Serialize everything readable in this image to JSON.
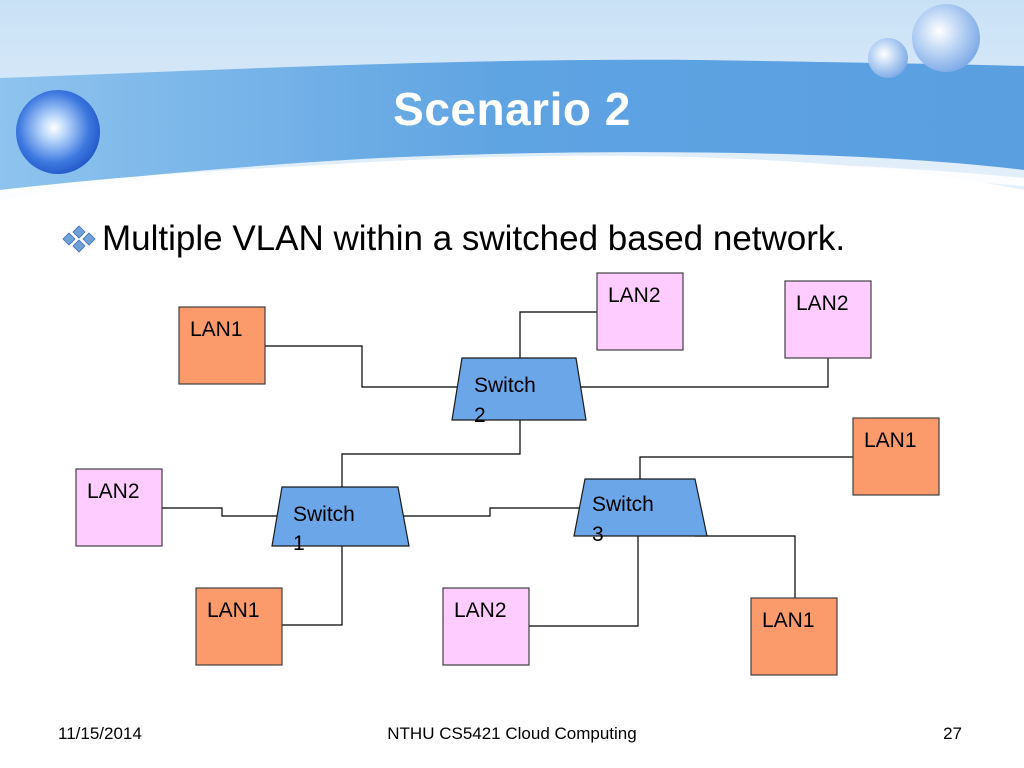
{
  "slide": {
    "title": "Scenario 2",
    "bullet": "Multiple VLAN within a switched based network."
  },
  "diagram": {
    "switches": [
      {
        "id": "switch1",
        "label_line1": "Switch",
        "label_line2": "1"
      },
      {
        "id": "switch2",
        "label_line1": "Switch",
        "label_line2": "2"
      },
      {
        "id": "switch3",
        "label_line1": "Switch",
        "label_line2": "3"
      }
    ],
    "lans": [
      {
        "id": "lan1-switch2-left",
        "label": "LAN1",
        "vlan": "LAN1"
      },
      {
        "id": "lan2-switch2-top",
        "label": "LAN2",
        "vlan": "LAN2"
      },
      {
        "id": "lan2-switch2-right",
        "label": "LAN2",
        "vlan": "LAN2"
      },
      {
        "id": "lan2-switch1-left",
        "label": "LAN2",
        "vlan": "LAN2"
      },
      {
        "id": "lan1-switch1-bottom",
        "label": "LAN1",
        "vlan": "LAN1"
      },
      {
        "id": "lan2-switch3-bottom-left",
        "label": "LAN2",
        "vlan": "LAN2"
      },
      {
        "id": "lan1-switch3-top-right",
        "label": "LAN1",
        "vlan": "LAN1"
      },
      {
        "id": "lan1-switch3-bottom-right",
        "label": "LAN1",
        "vlan": "LAN1"
      }
    ],
    "colors": {
      "LAN1": "#fb9a6a",
      "LAN2": "#ffccff",
      "switch": "#6aa6e8"
    }
  },
  "footer": {
    "date": "11/15/2014",
    "course": "NTHU CS5421 Cloud Computing",
    "page": "27"
  }
}
